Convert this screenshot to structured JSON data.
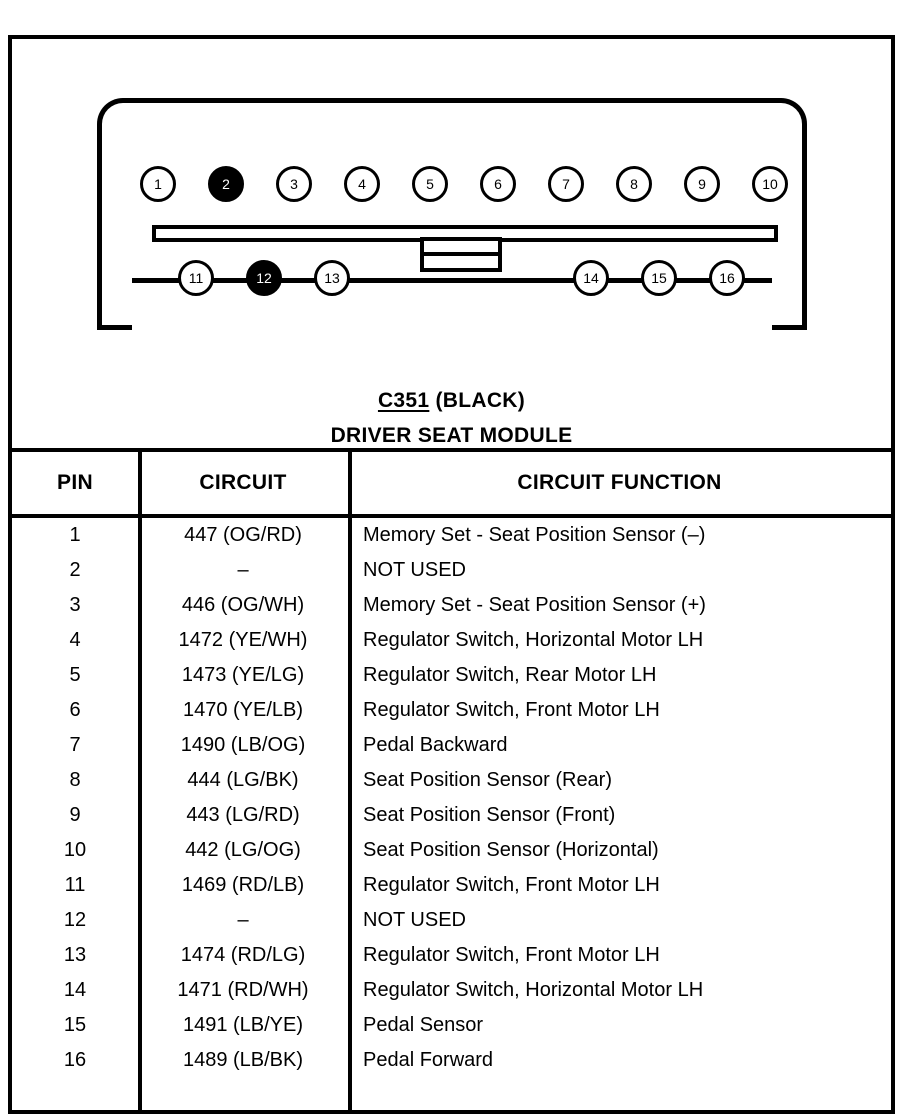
{
  "connector": {
    "caption_code": "C351",
    "caption_color": "(BLACK)",
    "caption_name": "DRIVER SEAT MODULE",
    "pins_top": [
      {
        "label": "1",
        "filled": false
      },
      {
        "label": "2",
        "filled": true
      },
      {
        "label": "3",
        "filled": false
      },
      {
        "label": "4",
        "filled": false
      },
      {
        "label": "5",
        "filled": false
      },
      {
        "label": "6",
        "filled": false
      },
      {
        "label": "7",
        "filled": false
      },
      {
        "label": "8",
        "filled": false
      },
      {
        "label": "9",
        "filled": false
      },
      {
        "label": "10",
        "filled": false
      }
    ],
    "pins_bottom_left": [
      {
        "label": "11",
        "filled": false
      },
      {
        "label": "12",
        "filled": true
      },
      {
        "label": "13",
        "filled": false
      }
    ],
    "pins_bottom_right": [
      {
        "label": "14",
        "filled": false
      },
      {
        "label": "15",
        "filled": false
      },
      {
        "label": "16",
        "filled": false
      }
    ]
  },
  "table": {
    "headers": {
      "pin": "PIN",
      "circuit": "CIRCUIT",
      "function": "CIRCUIT FUNCTION"
    },
    "rows": [
      {
        "pin": "1",
        "circuit": "447 (OG/RD)",
        "function": "Memory Set - Seat Position Sensor (–)"
      },
      {
        "pin": "2",
        "circuit": "–",
        "function": "NOT USED"
      },
      {
        "pin": "3",
        "circuit": "446 (OG/WH)",
        "function": "Memory Set - Seat Position Sensor (+)"
      },
      {
        "pin": "4",
        "circuit": "1472 (YE/WH)",
        "function": "Regulator Switch, Horizontal Motor LH"
      },
      {
        "pin": "5",
        "circuit": "1473 (YE/LG)",
        "function": "Regulator Switch, Rear Motor LH"
      },
      {
        "pin": "6",
        "circuit": "1470 (YE/LB)",
        "function": "Regulator Switch, Front Motor LH"
      },
      {
        "pin": "7",
        "circuit": "1490 (LB/OG)",
        "function": "Pedal Backward"
      },
      {
        "pin": "8",
        "circuit": "444 (LG/BK)",
        "function": "Seat Position Sensor (Rear)"
      },
      {
        "pin": "9",
        "circuit": "443 (LG/RD)",
        "function": "Seat Position Sensor (Front)"
      },
      {
        "pin": "10",
        "circuit": "442 (LG/OG)",
        "function": "Seat Position Sensor (Horizontal)"
      },
      {
        "pin": "11",
        "circuit": "1469 (RD/LB)",
        "function": "Regulator Switch, Front Motor LH"
      },
      {
        "pin": "12",
        "circuit": "–",
        "function": "NOT USED"
      },
      {
        "pin": "13",
        "circuit": "1474 (RD/LG)",
        "function": "Regulator Switch, Front Motor LH"
      },
      {
        "pin": "14",
        "circuit": "1471 (RD/WH)",
        "function": "Regulator Switch, Horizontal Motor LH"
      },
      {
        "pin": "15",
        "circuit": "1491 (LB/YE)",
        "function": "Pedal Sensor"
      },
      {
        "pin": "16",
        "circuit": "1489 (LB/BK)",
        "function": "Pedal Forward"
      }
    ]
  }
}
